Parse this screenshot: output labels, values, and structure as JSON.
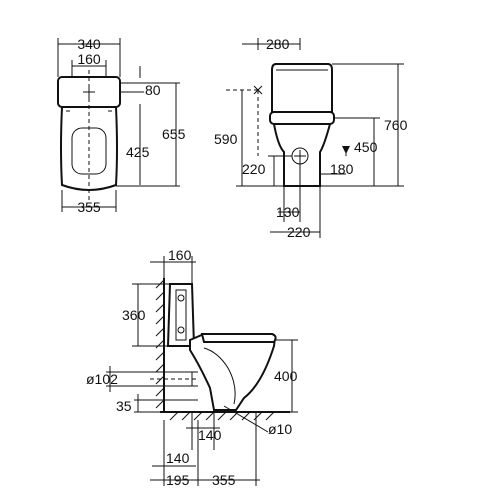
{
  "top_view": {
    "width_outer": "340",
    "width_inner": "160",
    "depth_inlet": "80",
    "depth_seat": "425",
    "depth_total": "655",
    "width_bowl": "355"
  },
  "side_view": {
    "offset_top": "280",
    "height_total": "760",
    "height_inlet": "590",
    "height_seat": "450",
    "height_outlet": "220",
    "outlet_depth": "180",
    "base_inner": "130",
    "base_outer": "220"
  },
  "install_view": {
    "tank_offset": "160",
    "tank_height": "360",
    "bowl_height": "400",
    "pipe_diameter": "ø102",
    "pipe_height": "35",
    "base_gap": "140",
    "fix_diameter": "ø10",
    "wall_to_fix": "140",
    "wall_to_pipe": "195",
    "pipe_to_front": "355"
  }
}
